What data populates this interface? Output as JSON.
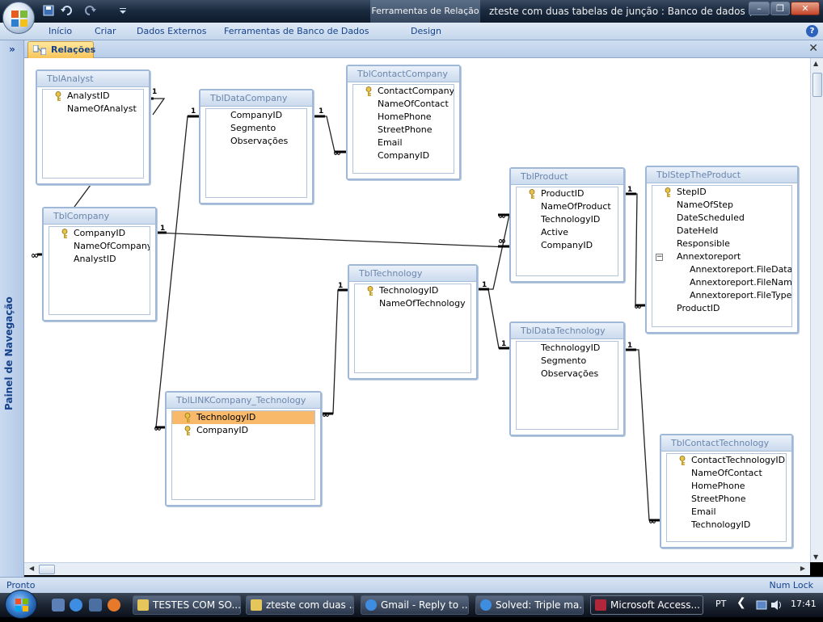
{
  "titlebar": {
    "context_tab": "Ferramentas de Relação",
    "window_title": "zteste com duas tabelas de junção : Banco de dados (Ac...",
    "minimize": "–",
    "maximize": "❐",
    "close": "✕"
  },
  "ribbon": {
    "tabs": [
      "Início",
      "Criar",
      "Dados Externos",
      "Ferramentas de Banco de Dados",
      "Design"
    ],
    "help": "?"
  },
  "nav": {
    "label": "Painel de Navegação",
    "toggle": "»"
  },
  "document": {
    "tab_label": "Relações",
    "close": "✕"
  },
  "tables": [
    {
      "name": "TblAnalyst",
      "fields": [
        {
          "name": "AnalystID",
          "key": true
        },
        {
          "name": "NameOfAnalyst"
        }
      ]
    },
    {
      "name": "TblDataCompany",
      "fields": [
        {
          "name": "CompanyID"
        },
        {
          "name": "Segmento"
        },
        {
          "name": "Observações"
        }
      ]
    },
    {
      "name": "TblContactCompany",
      "fields": [
        {
          "name": "ContactCompanyID",
          "key": true
        },
        {
          "name": "NameOfContact"
        },
        {
          "name": "HomePhone"
        },
        {
          "name": "StreetPhone"
        },
        {
          "name": "Email"
        },
        {
          "name": "CompanyID"
        }
      ]
    },
    {
      "name": "TblCompany",
      "fields": [
        {
          "name": "CompanyID",
          "key": true
        },
        {
          "name": "NameOfCompany"
        },
        {
          "name": "AnalystID"
        }
      ]
    },
    {
      "name": "TblProduct",
      "fields": [
        {
          "name": "ProductID",
          "key": true
        },
        {
          "name": "NameOfProduct"
        },
        {
          "name": "TechnologyID"
        },
        {
          "name": "Active"
        },
        {
          "name": "CompanyID"
        }
      ]
    },
    {
      "name": "TblStepTheProduct",
      "fields": [
        {
          "name": "StepID",
          "key": true
        },
        {
          "name": "NameOfStep"
        },
        {
          "name": "DateScheduled"
        },
        {
          "name": "DateHeld"
        },
        {
          "name": "Responsible"
        },
        {
          "name": "Annextoreport",
          "expander": "−"
        },
        {
          "name": "Annextoreport.FileData",
          "sub": true
        },
        {
          "name": "Annextoreport.FileName",
          "sub": true
        },
        {
          "name": "Annextoreport.FileType",
          "sub": true
        },
        {
          "name": "ProductID"
        }
      ]
    },
    {
      "name": "TblTechnology",
      "fields": [
        {
          "name": "TechnologyID",
          "key": true
        },
        {
          "name": "NameOfTechnology"
        }
      ]
    },
    {
      "name": "TblDataTechnology",
      "fields": [
        {
          "name": "TechnologyID"
        },
        {
          "name": "Segmento"
        },
        {
          "name": "Observações"
        }
      ]
    },
    {
      "name": "TblLINKCompany_Technology",
      "fields": [
        {
          "name": "TechnologyID",
          "key": true,
          "selected": true
        },
        {
          "name": "CompanyID",
          "key": true
        }
      ]
    },
    {
      "name": "TblContactTechnology",
      "fields": [
        {
          "name": "ContactTechnologyID",
          "key": true
        },
        {
          "name": "NameOfContact"
        },
        {
          "name": "HomePhone"
        },
        {
          "name": "StreetPhone"
        },
        {
          "name": "Email"
        },
        {
          "name": "TechnologyID"
        }
      ]
    }
  ],
  "relations": {
    "one": "1",
    "many": "∞"
  },
  "status": {
    "left": "Pronto",
    "right": "Num Lock"
  },
  "taskbar": {
    "tasks": [
      {
        "label": "TESTES COM SO..."
      },
      {
        "label": "zteste com duas ..."
      },
      {
        "label": "Gmail - Reply to ..."
      },
      {
        "label": "Solved: Triple ma..."
      },
      {
        "label": "Microsoft Access..."
      }
    ],
    "language": "PT",
    "clock": "17:41"
  },
  "colors": {
    "selected_field": "#f9b96b",
    "table_border": "#9fb8d8",
    "header_text": "#6a86ad",
    "ribbon_text": "#15428b"
  }
}
